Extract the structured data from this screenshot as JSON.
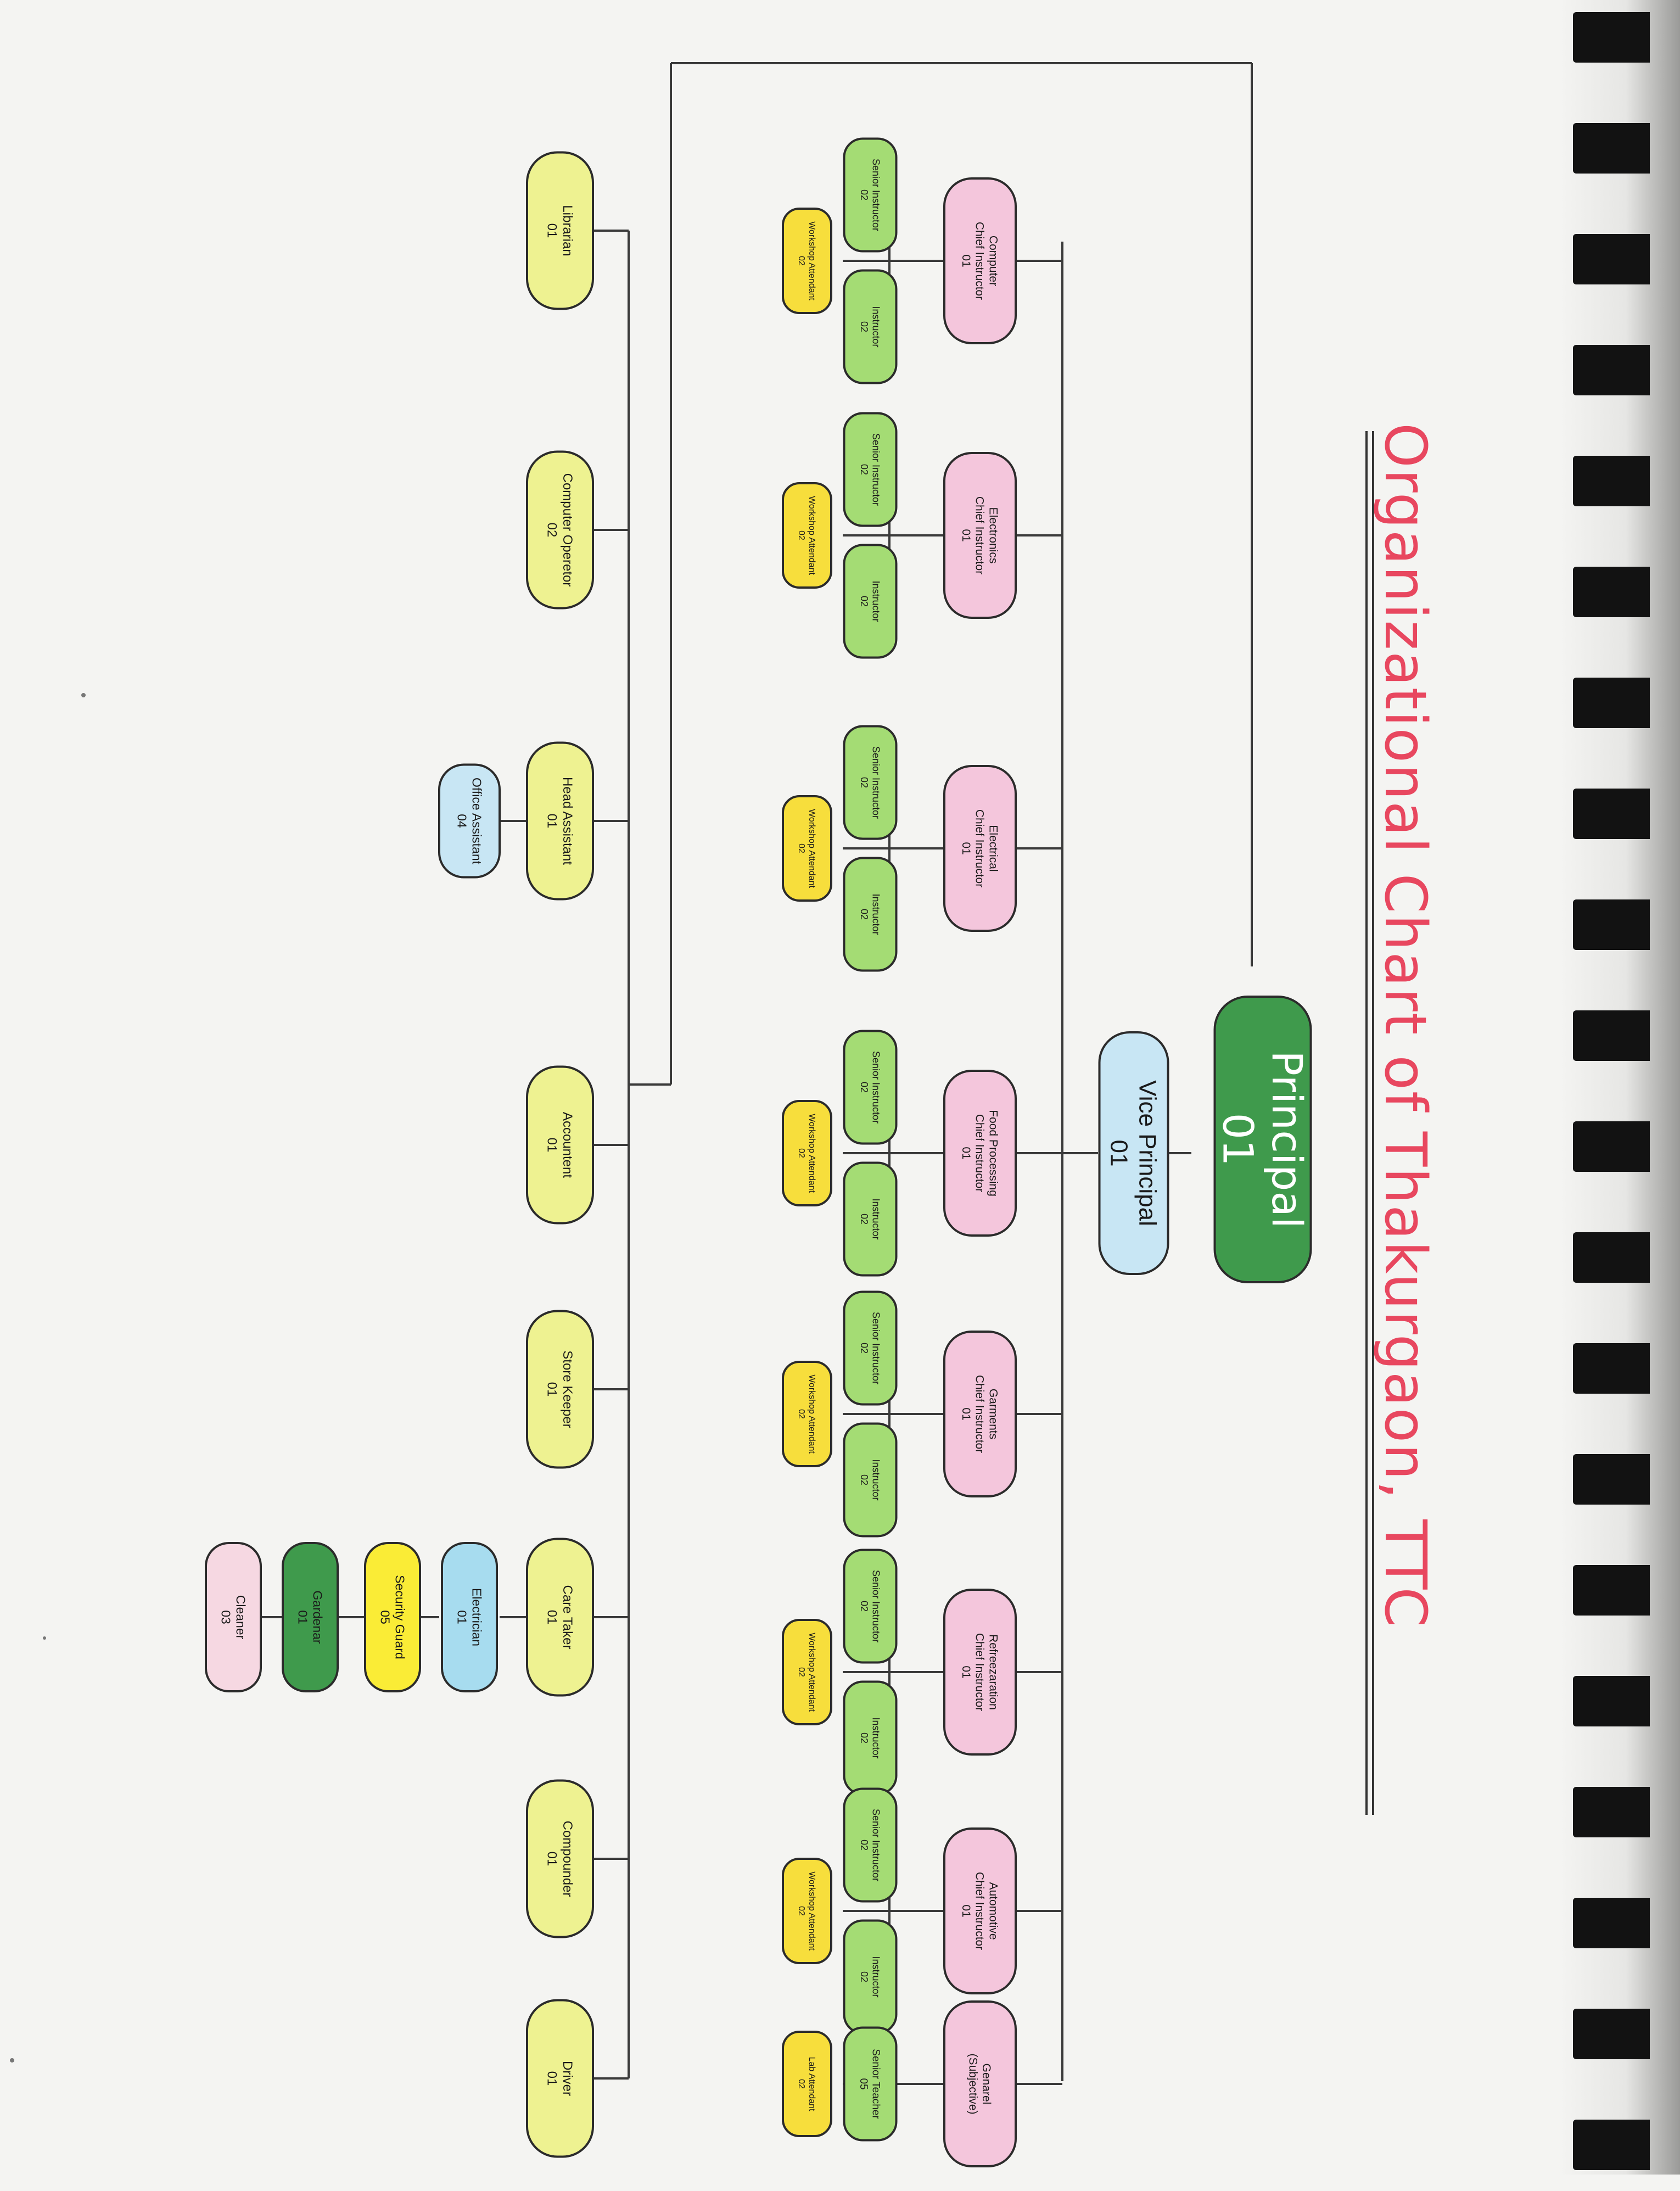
{
  "title": "Organizational Chart of Thakurgaon, TTC",
  "colors": {
    "principal": "#3f9a4c",
    "vice_principal": "#c8e6f4",
    "chief_instructor": "#f4c6dc",
    "instructor": "#a4dc74",
    "attendant": "#f7de3c",
    "admin": "#eef291",
    "electrician": "#a7dcef",
    "security_guard": "#faec36",
    "gardener": "#3f9a4c",
    "cleaner": "#f6d8e2",
    "line": "#3a3a3a"
  },
  "top": {
    "principal": {
      "title": "Principal",
      "count": "01"
    },
    "vice_principal": {
      "title": "Vice Principal",
      "count": "01"
    }
  },
  "departments": [
    {
      "name": "Computer Chief Instructor",
      "count": "01",
      "senior": {
        "title": "Senior Instructor",
        "count": "02"
      },
      "instructor": {
        "title": "Instructor",
        "count": "02"
      },
      "attendant": {
        "title": "Workshop Attendant",
        "count": "02"
      }
    },
    {
      "name": "Electronics Chief Instructor",
      "count": "01",
      "senior": {
        "title": "Senior Instructor",
        "count": "02"
      },
      "instructor": {
        "title": "Instructor",
        "count": "02"
      },
      "attendant": {
        "title": "Workshop Attendant",
        "count": "02"
      }
    },
    {
      "name": "Electrical Chief Instructor",
      "count": "01",
      "senior": {
        "title": "Senior Instructor",
        "count": "02"
      },
      "instructor": {
        "title": "Instructor",
        "count": "02"
      },
      "attendant": {
        "title": "Workshop Attendant",
        "count": "02"
      }
    },
    {
      "name": "Food Processing Chief Instructor",
      "count": "01",
      "senior": {
        "title": "Senior Instructor",
        "count": "02"
      },
      "instructor": {
        "title": "Instructor",
        "count": "02"
      },
      "attendant": {
        "title": "Workshop Attendant",
        "count": "02"
      }
    },
    {
      "name": "Garments Chief Instructor",
      "count": "01",
      "senior": {
        "title": "Senior Instructor",
        "count": "02"
      },
      "instructor": {
        "title": "Instructor",
        "count": "02"
      },
      "attendant": {
        "title": "Workshop Attendant",
        "count": "02"
      }
    },
    {
      "name": "Refreezaration Chief Instructor",
      "count": "01",
      "senior": {
        "title": "Senior Instructor",
        "count": "02"
      },
      "instructor": {
        "title": "Instructor",
        "count": "02"
      },
      "attendant": {
        "title": "Workshop Attendant",
        "count": "02"
      }
    },
    {
      "name": "Automotive Chief Instructor",
      "count": "01",
      "senior": {
        "title": "Senior Instructor",
        "count": "02"
      },
      "instructor": {
        "title": "Instructor",
        "count": "02"
      },
      "attendant": {
        "title": "Workshop Attendant",
        "count": "02"
      }
    },
    {
      "name": "Genarel (Subjective)",
      "count": "",
      "senior": {
        "title": "Senior Teacher",
        "count": "05"
      },
      "instructor": null,
      "attendant": {
        "title": "Lab Attendant",
        "count": "02"
      }
    }
  ],
  "admin": [
    {
      "title": "Librarian",
      "count": "01"
    },
    {
      "title": "Computer Operetor",
      "count": "02"
    },
    {
      "title": "Head Assistant",
      "count": "01"
    },
    {
      "title": "Accountent",
      "count": "01"
    },
    {
      "title": "Store Keeper",
      "count": "01"
    },
    {
      "title": "Care Taker",
      "count": "01"
    },
    {
      "title": "Compounder",
      "count": "01"
    },
    {
      "title": "Driver",
      "count": "01"
    }
  ],
  "office_assistant": {
    "title": "Office Assistant",
    "count": "04"
  },
  "care_taker_staff": [
    {
      "title": "Electrician",
      "count": "01"
    },
    {
      "title": "Security Guard",
      "count": "05"
    },
    {
      "title": "Gardenar",
      "count": "01"
    },
    {
      "title": "Cleaner",
      "count": "03"
    }
  ]
}
